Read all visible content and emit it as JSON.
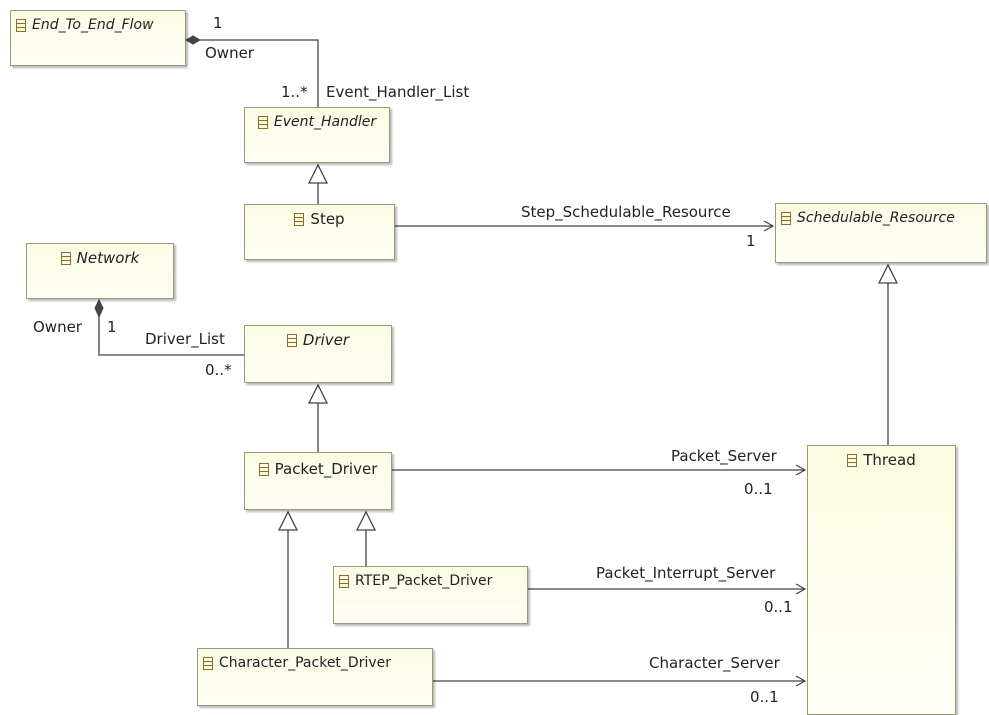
{
  "classes": {
    "end_to_end_flow": "End_To_End_Flow",
    "event_handler": "Event_Handler",
    "step": "Step",
    "schedulable_resource": "Schedulable_Resource",
    "network": "Network",
    "driver": "Driver",
    "packet_driver": "Packet_Driver",
    "thread": "Thread",
    "rtep_packet_driver": "RTEP_Packet_Driver",
    "character_packet_driver": "Character_Packet_Driver"
  },
  "associations": {
    "event_handler_list": {
      "name": "Event_Handler_List",
      "owner_role": "Owner",
      "owner_mult": "1",
      "target_mult": "1..*"
    },
    "step_schedulable_resource": {
      "name": "Step_Schedulable_Resource",
      "target_mult": "1"
    },
    "driver_list": {
      "name": "Driver_List",
      "owner_role": "Owner",
      "owner_mult": "1",
      "target_mult": "0..*"
    },
    "packet_server": {
      "name": "Packet_Server",
      "target_mult": "0..1"
    },
    "packet_interrupt_server": {
      "name": "Packet_Interrupt_Server",
      "target_mult": "0..1"
    },
    "character_server": {
      "name": "Character_Server",
      "target_mult": "0..1"
    }
  },
  "colors": {
    "class_fill": "#fbfbe4",
    "class_border": "#9a9a7a",
    "line": "#444444",
    "icon": "#8a6d2a"
  },
  "icons": {
    "class_icon": "class-icon"
  }
}
